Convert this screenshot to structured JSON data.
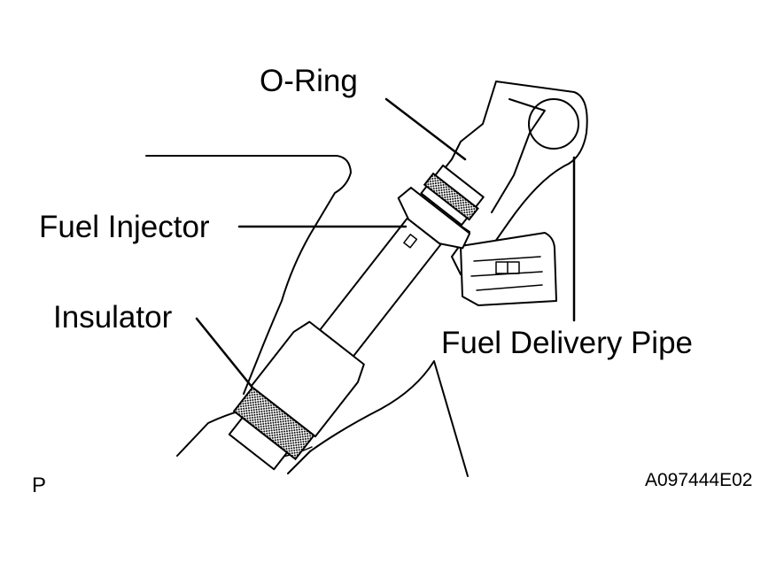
{
  "labels": {
    "o_ring": "O-Ring",
    "fuel_injector": "Fuel Injector",
    "insulator": "Insulator",
    "fuel_delivery_pipe": "Fuel Delivery Pipe",
    "corner_mark": "P",
    "figure_code": "A097444E02"
  },
  "colors": {
    "line": "#000000",
    "background": "#ffffff",
    "seal_hatch": "#000000"
  },
  "icons": [
    "fuel-injector-drawing"
  ]
}
